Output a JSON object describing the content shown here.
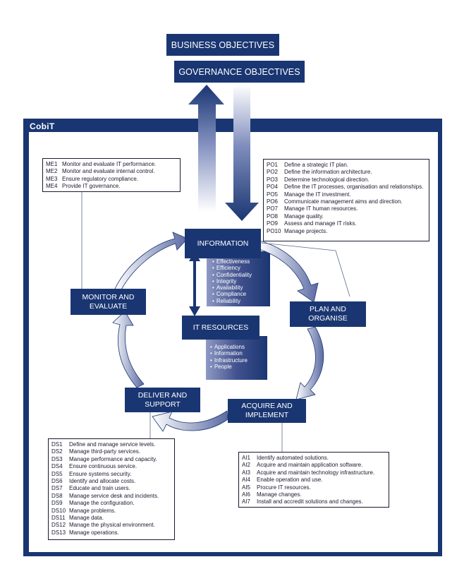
{
  "header": {
    "business_objectives": "BUSINESS OBJECTIVES",
    "governance_objectives": "GOVERNANCE OBJECTIVES"
  },
  "framework": {
    "label": "CobiT"
  },
  "information": {
    "title": "INFORMATION",
    "criteria": [
      "Effectiveness",
      "Efficiency",
      "Confidentiality",
      "Integrity",
      "Availability",
      "Compliance",
      "Reliability"
    ]
  },
  "it_resources": {
    "title": "IT RESOURCES",
    "items": [
      "Applications",
      "Information",
      "Infrastructure",
      "People"
    ]
  },
  "domains": {
    "monitor": "MONITOR AND EVALUATE",
    "plan": "PLAN AND ORGANISE",
    "deliver": "DELIVER AND SUPPORT",
    "acquire": "ACQUIRE AND IMPLEMENT"
  },
  "me_processes": [
    {
      "code": "ME1",
      "text": "Monitor and evaluate IT performance."
    },
    {
      "code": "ME2",
      "text": "Monitor and evaluate internal control."
    },
    {
      "code": "ME3",
      "text": "Ensure regulatory compliance."
    },
    {
      "code": "ME4",
      "text": "Provide IT governance."
    }
  ],
  "po_processes": [
    {
      "code": "PO1",
      "text": "Define a strategic IT plan."
    },
    {
      "code": "PO2",
      "text": "Define the information architecture."
    },
    {
      "code": "PO3",
      "text": "Determine technological direction."
    },
    {
      "code": "PO4",
      "text": "Define the IT processes, organisation and relationships."
    },
    {
      "code": "PO5",
      "text": "Manage the IT investment."
    },
    {
      "code": "PO6",
      "text": "Communicate management aims and direction."
    },
    {
      "code": "PO7",
      "text": "Manage IT human resources."
    },
    {
      "code": "PO8",
      "text": "Manage quality."
    },
    {
      "code": "PO9",
      "text": "Assess and manage IT risks."
    },
    {
      "code": "PO10",
      "text": "Manage projects."
    }
  ],
  "ds_processes": [
    {
      "code": "DS1",
      "text": "Define and manage service levels."
    },
    {
      "code": "DS2",
      "text": "Manage third-party services."
    },
    {
      "code": "DS3",
      "text": "Manage performance and capacity."
    },
    {
      "code": "DS4",
      "text": "Ensure continuous service."
    },
    {
      "code": "DS5",
      "text": "Ensure systems security."
    },
    {
      "code": "DS6",
      "text": "Identify and allocate costs."
    },
    {
      "code": "DS7",
      "text": "Educate and train users."
    },
    {
      "code": "DS8",
      "text": "Manage service desk and incidents."
    },
    {
      "code": "DS9",
      "text": "Manage the configuration."
    },
    {
      "code": "DS10",
      "text": "Manage problems."
    },
    {
      "code": "DS11",
      "text": "Manage data."
    },
    {
      "code": "DS12",
      "text": "Manage the physical environment."
    },
    {
      "code": "DS13",
      "text": "Manage operations."
    }
  ],
  "ai_processes": [
    {
      "code": "AI1",
      "text": "Identify automated solutions."
    },
    {
      "code": "AI2",
      "text": "Acquire and maintain application software."
    },
    {
      "code": "AI3",
      "text": "Acquire and maintain technology infrastructure."
    },
    {
      "code": "AI4",
      "text": "Enable operation and use."
    },
    {
      "code": "AI5",
      "text": "Procure IT resources."
    },
    {
      "code": "AI6",
      "text": "Manage changes."
    },
    {
      "code": "AI7",
      "text": "Install and accredit solutions and changes."
    }
  ],
  "colors": {
    "navy": "#1a3672",
    "arrow_light": "#c9d0e6"
  }
}
